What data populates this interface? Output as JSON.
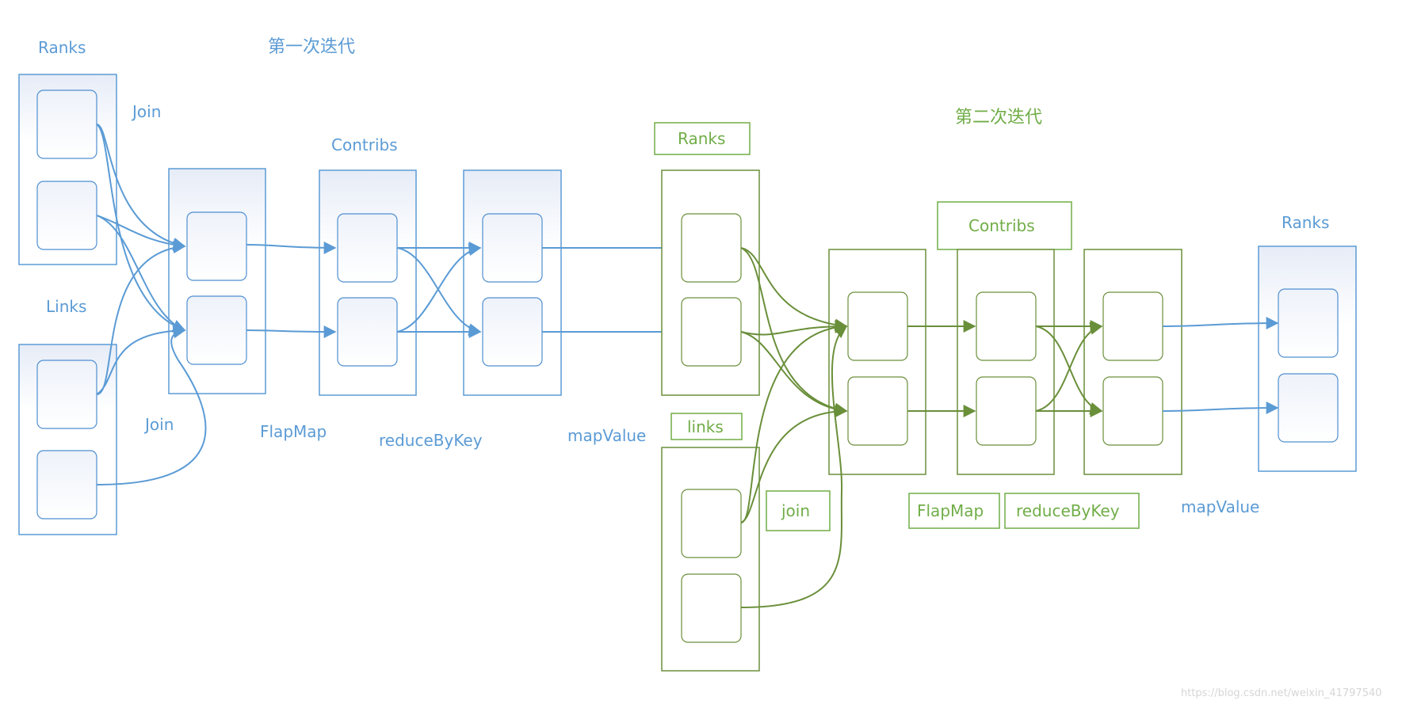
{
  "colors": {
    "stage1": "#5b9bd5",
    "stage2": "#70ad47",
    "stage1_dark": "#4f8fd0",
    "stage2_dark": "#6a8f3a"
  },
  "headings": {
    "iteration1": "第一次迭代",
    "iteration2": "第二次迭代"
  },
  "stage1": {
    "ranks": "Ranks",
    "links": "Links",
    "join_top": "Join",
    "join_bottom": "Join",
    "contribs": "Contribs",
    "flatmap": "FlapMap",
    "reducebykey": "reduceByKey",
    "mapvalue": "mapValue"
  },
  "stage2": {
    "ranks": "Ranks",
    "links": "links",
    "join": "join",
    "contribs": "Contribs",
    "flatmap": "FlapMap",
    "reducebykey": "reduceByKey"
  },
  "stage3": {
    "mapvalue": "mapValue",
    "ranks": "Ranks"
  },
  "watermark": "https://blog.csdn.net/weixin_41797540"
}
